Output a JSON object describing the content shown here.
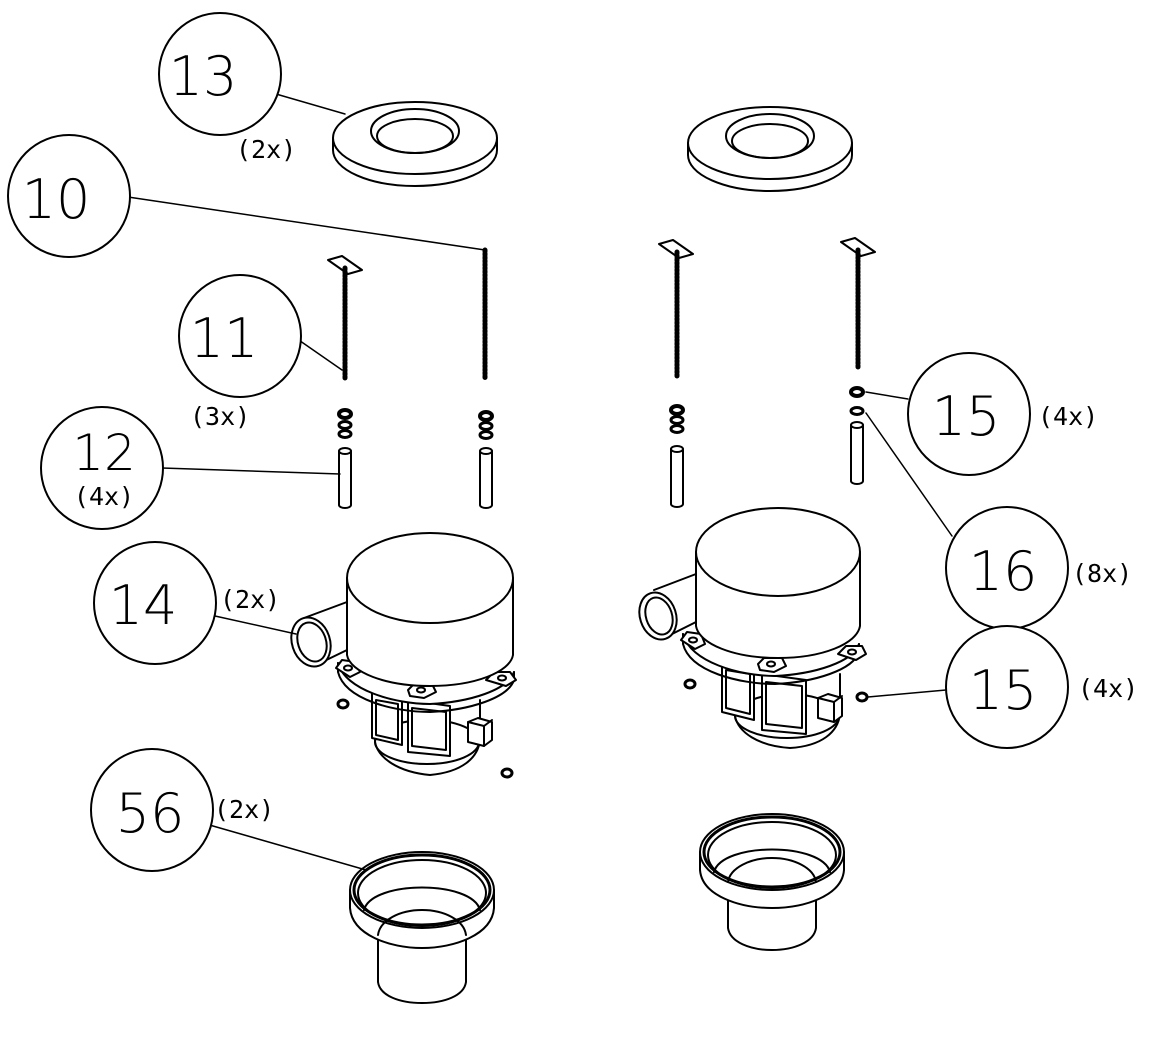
{
  "callouts": [
    {
      "id": "c13",
      "number": "13",
      "qty": "(2x)"
    },
    {
      "id": "c10",
      "number": "10",
      "qty": ""
    },
    {
      "id": "c11",
      "number": "11",
      "qty": "(3x)"
    },
    {
      "id": "c12",
      "number": "12",
      "qty": "(4x)"
    },
    {
      "id": "c15a",
      "number": "15",
      "qty": "(4x)"
    },
    {
      "id": "c16",
      "number": "16",
      "qty": "(8x)"
    },
    {
      "id": "c14",
      "number": "14",
      "qty": "(2x)"
    },
    {
      "id": "c15b",
      "number": "15",
      "qty": "(4x)"
    },
    {
      "id": "c56",
      "number": "56",
      "qty": "(2x)"
    }
  ],
  "colors": {
    "line": "#000000",
    "background": "#ffffff"
  }
}
